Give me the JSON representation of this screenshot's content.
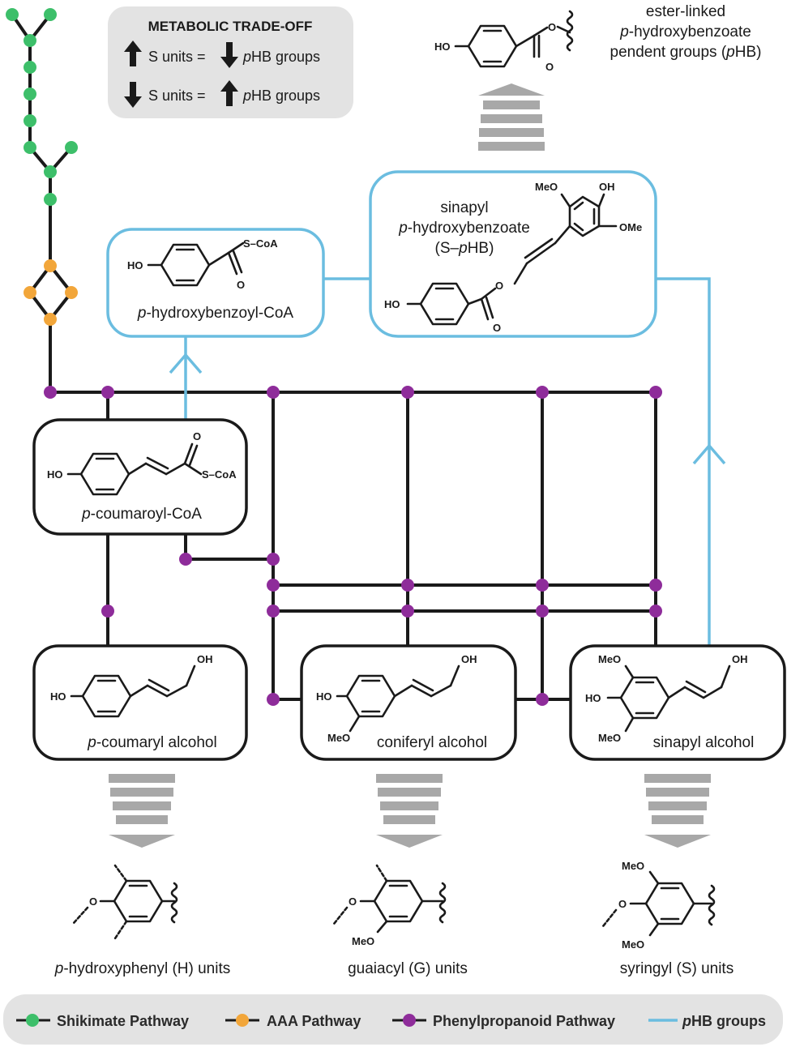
{
  "colors": {
    "shikimate": "#3dbf6a",
    "aaa": "#f2a63a",
    "phenylpropanoid": "#8e2c9a",
    "phb": "#6bbde0",
    "arrow_gray": "#a8a8a8",
    "tradeoff_bg": "#e3e3e3",
    "legend_bg": "#e3e3e3"
  },
  "tradeoff": {
    "title": "METABOLIC TRADE-OFF",
    "line1_a": "S units =",
    "line1_b_p": "p",
    "line1_b_rest": "HB groups",
    "line2_a": "S units =",
    "line2_b_p": "p",
    "line2_b_rest": "HB groups",
    "icons": [
      "arrow-up-icon",
      "arrow-down-icon",
      "arrow-down-icon",
      "arrow-up-icon"
    ]
  },
  "pendent": {
    "line1": "ester-linked",
    "line2_p": "p",
    "line2_rest": "-hydroxybenzoate",
    "line3_a": "pendent groups (",
    "line3_p": "p",
    "line3_b": "HB)",
    "atoms": {
      "ho": "HO",
      "o_ester": "O",
      "o_carbonyl": "O"
    }
  },
  "boxes": {
    "phbcoa": {
      "name_p": "p",
      "name_rest": "-hydroxybenzoyl-CoA",
      "atoms": {
        "ho": "HO",
        "s_coa": "S–CoA",
        "o": "O"
      }
    },
    "sphb": {
      "name1": "sinapyl",
      "name2_p": "p",
      "name2_rest": "-hydroxybenzoate",
      "name3_a": "(S–",
      "name3_p": "p",
      "name3_b": "HB)",
      "atoms": {
        "meo": "MeO",
        "oh": "OH",
        "ome": "OMe",
        "o_ester": "O",
        "ho": "HO",
        "o_carbonyl": "O"
      }
    },
    "coumaroylcoa": {
      "name_p": "p",
      "name_rest": "-coumaroyl-CoA",
      "atoms": {
        "ho": "HO",
        "o": "O",
        "s_coa": "S–CoA"
      }
    },
    "coumaryl": {
      "name_p": "p",
      "name_rest": "-coumaryl alcohol",
      "atoms": {
        "ho": "HO",
        "oh": "OH"
      }
    },
    "coniferyl": {
      "name": "coniferyl alcohol",
      "atoms": {
        "ho": "HO",
        "meo": "MeO",
        "oh": "OH"
      }
    },
    "sinapyl": {
      "name": "sinapyl alcohol",
      "atoms": {
        "meo_top": "MeO",
        "ho": "HO",
        "meo_bottom": "MeO",
        "oh": "OH"
      }
    }
  },
  "units": {
    "h_p": "p",
    "h_rest": "-hydroxyphenyl (H) units",
    "g": "guaiacyl (G) units",
    "s": "syringyl (S) units",
    "atoms": {
      "o": "O",
      "meo": "MeO"
    }
  },
  "legend": [
    {
      "label": "Shikimate Pathway",
      "color": "#3dbf6a"
    },
    {
      "label": "AAA Pathway",
      "color": "#f2a63a"
    },
    {
      "label": "Phenylpropanoid Pathway",
      "color": "#8e2c9a"
    },
    {
      "label_p": "p",
      "label_rest": "HB groups",
      "color": "#6bbde0"
    }
  ]
}
